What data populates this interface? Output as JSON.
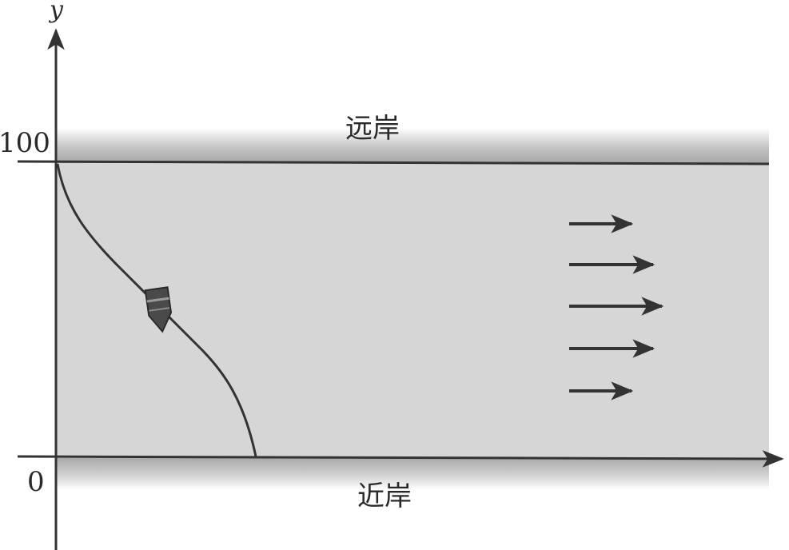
{
  "diagram": {
    "axis_y_label": "y",
    "tick_top": "100",
    "tick_origin": "0",
    "far_bank_label": "远岸",
    "near_bank_label": "近岸",
    "current_arrows_count": 5,
    "colors": {
      "water": "#d6d6d6",
      "bank_shade": "#b9b9b9",
      "line": "#333333",
      "boat": "#4a4a4a"
    }
  }
}
